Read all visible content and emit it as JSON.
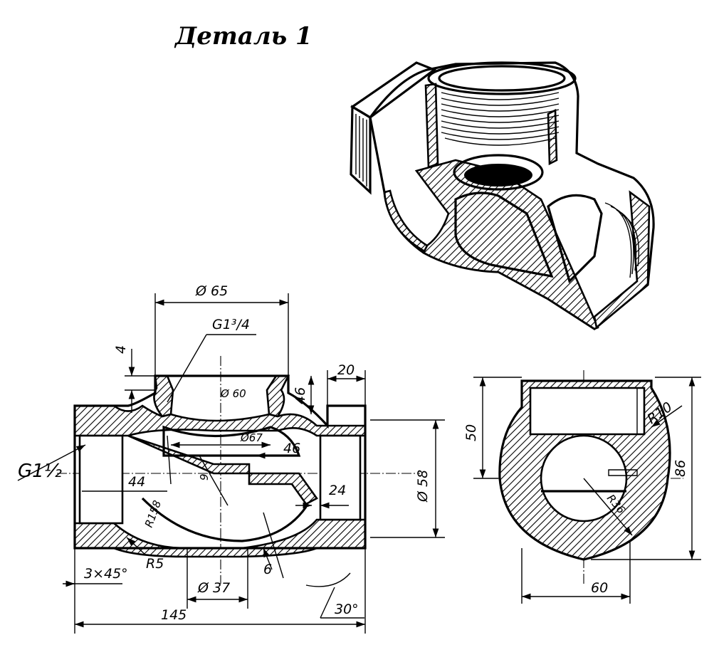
{
  "title": "Деталь 1",
  "front_view": {
    "dim_d65": "Ø 65",
    "thread_top": "G1³/4",
    "dim_4": "4",
    "dim_20": "20",
    "dim_46_top": "46",
    "dim_d60": "Ø 60",
    "dim_d67": "Ø67",
    "dim_46_mid": "46",
    "thread_side": "G1½",
    "dim_44": "44",
    "dim_9": "9",
    "dim_24": "24",
    "dim_d58": "Ø 58",
    "dim_r158": "R158",
    "dim_r5": "R5",
    "dim_chamfer": "3×45°",
    "dim_6": "6",
    "dim_d37": "Ø 37",
    "dim_30deg": "30°",
    "dim_145": "145"
  },
  "side_view": {
    "dim_50": "50",
    "dim_r10": "R10",
    "dim_86": "86",
    "dim_r36": "R36",
    "dim_60": "60"
  }
}
